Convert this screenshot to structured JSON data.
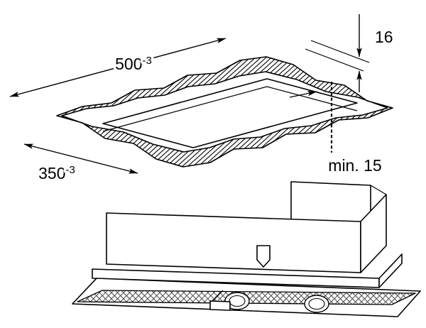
{
  "dimensions": {
    "cutout_width": {
      "value": "500",
      "tolerance": "-3"
    },
    "cutout_depth": {
      "value": "350",
      "tolerance": "-3"
    },
    "panel_thickness": {
      "value": "16"
    },
    "min_clearance": {
      "value": "min. 15"
    }
  },
  "colors": {
    "line": "#000000",
    "background": "#ffffff",
    "mesh_line": "#4a4a4a"
  }
}
